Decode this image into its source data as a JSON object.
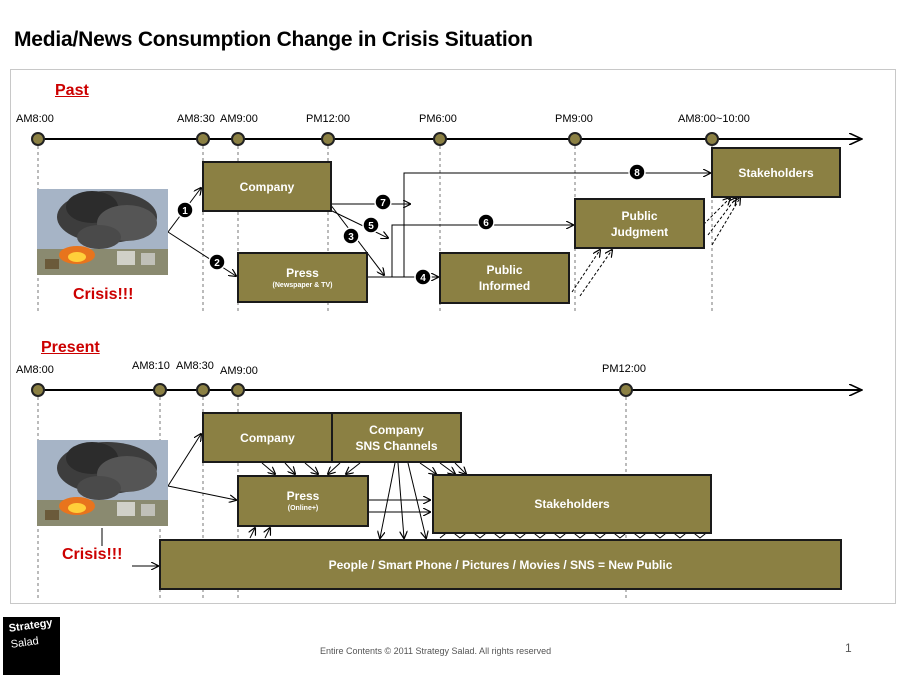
{
  "title": "Media/News Consumption  Change in Crisis Situation",
  "sections": {
    "past": "Past",
    "present": "Present"
  },
  "past": {
    "timeline_labels": [
      "AM8:00",
      "AM8:30",
      "AM9:00",
      "PM12:00",
      "PM6:00",
      "PM9:00",
      "AM8:00~10:00"
    ],
    "boxes": {
      "company": "Company",
      "press": "Press",
      "press_sub": "(Newspaper & TV)",
      "public_informed_1": "Public",
      "public_informed_2": "Informed",
      "public_judgment_1": "Public",
      "public_judgment_2": "Judgment",
      "stakeholders": "Stakeholders"
    },
    "steps": [
      "1",
      "2",
      "3",
      "4",
      "5",
      "6",
      "7",
      "8"
    ],
    "crisis": "Crisis!!!"
  },
  "present": {
    "timeline_labels": [
      "AM8:00",
      "AM8:10",
      "AM8:30",
      "AM9:00",
      "PM12:00"
    ],
    "boxes": {
      "company": "Company",
      "company_sns_1": "Company",
      "company_sns_2": "SNS Channels",
      "press": "Press",
      "press_sub": "(Online+)",
      "stakeholders": "Stakeholders",
      "people": "People / Smart Phone / Pictures / Movies / SNS = New Public"
    },
    "crisis": "Crisis!!!"
  },
  "logo": {
    "line1": "Strategy",
    "line2": "Salad"
  },
  "footer": {
    "copyright": "Entire Contents © 2011 Strategy Salad. All rights reserved",
    "page_number": "1"
  },
  "colors": {
    "box_fill": "#8b8043",
    "crisis_red": "#cc0000",
    "timeline_dot": "#8b8043"
  }
}
